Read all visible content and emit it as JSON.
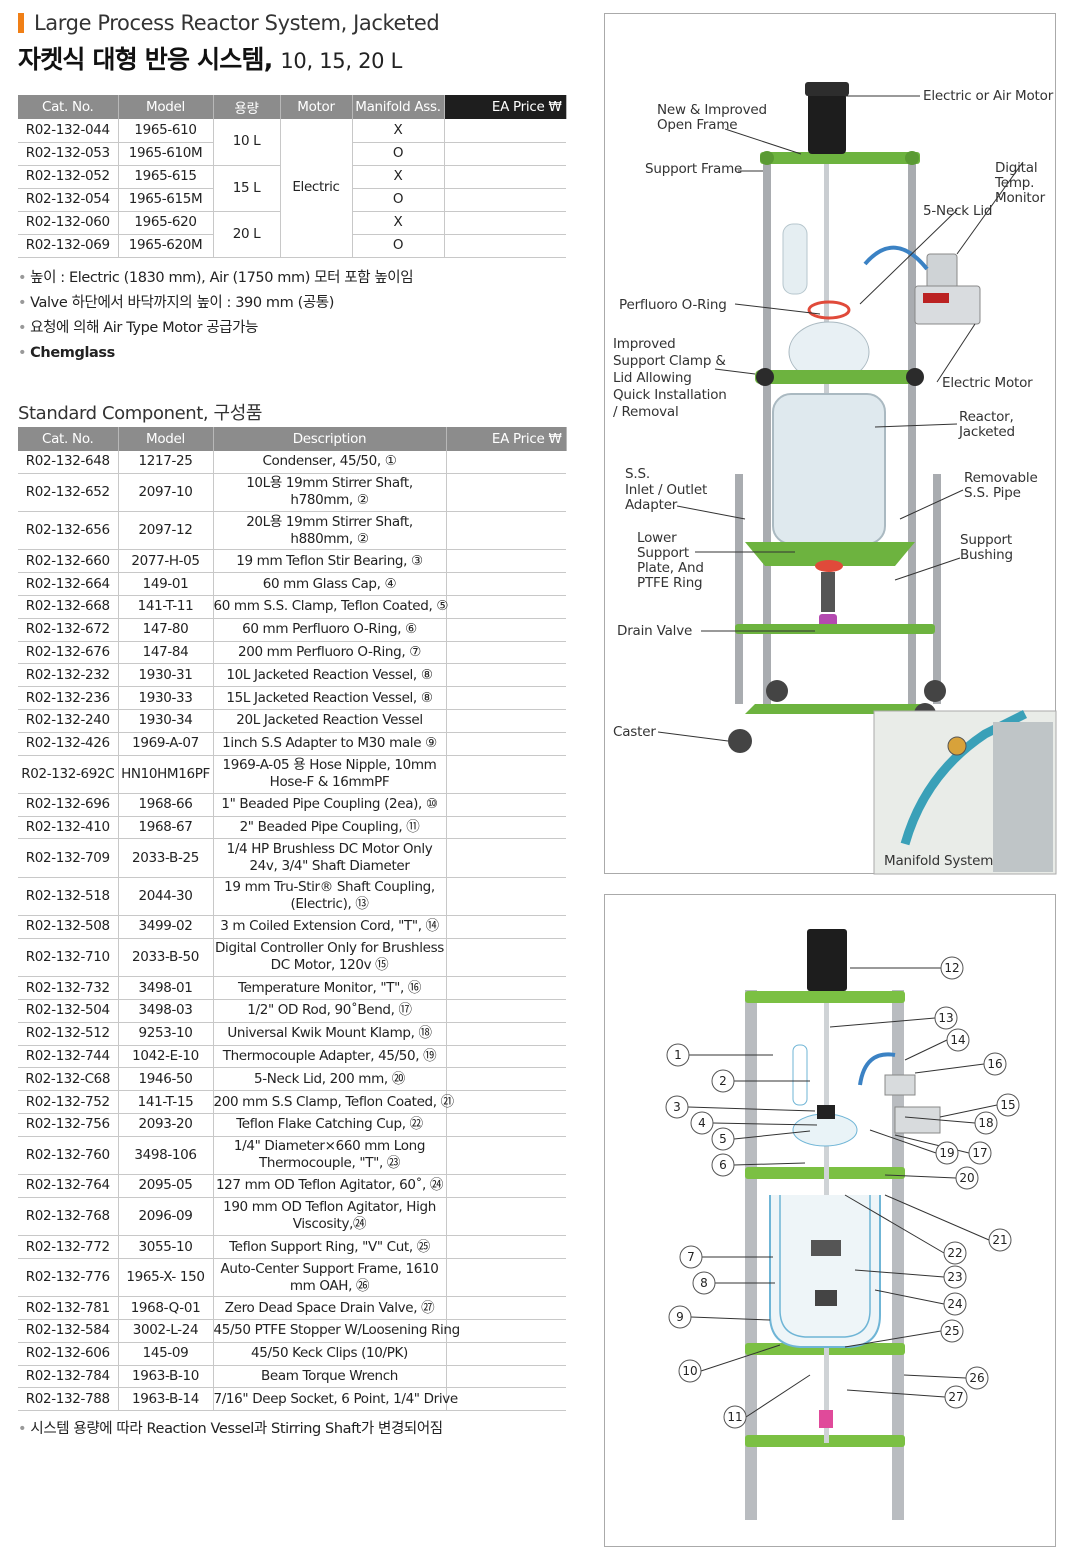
{
  "header": {
    "title_en": "Large Process Reactor System, Jacketed",
    "title_ko": "자켓식 대형 반응 시스템,",
    "capacities": "10, 15, 20 L"
  },
  "models_table": {
    "headers": [
      "Cat. No.",
      "Model",
      "용량",
      "Motor",
      "Manifold Ass.",
      "EA Price ₩"
    ],
    "rows": [
      {
        "cat": "R02-132-044",
        "model": "1965-610",
        "manifold": "X"
      },
      {
        "cat": "R02-132-053",
        "model": "1965-610M",
        "manifold": "O"
      },
      {
        "cat": "R02-132-052",
        "model": "1965-615",
        "manifold": "X"
      },
      {
        "cat": "R02-132-054",
        "model": "1965-615M",
        "manifold": "O"
      },
      {
        "cat": "R02-132-060",
        "model": "1965-620",
        "manifold": "X"
      },
      {
        "cat": "R02-132-069",
        "model": "1965-620M",
        "manifold": "O"
      }
    ],
    "capacities": [
      "10 L",
      "15 L",
      "20 L"
    ],
    "motor": "Electric"
  },
  "notes": [
    "높이 : Electric (1830 mm), Air (1750 mm) 모터 포함 높이임",
    "Valve 하단에서 바닥까지의 높이 : 390 mm (공통)",
    "요청에 의해 Air Type Motor 공급가능",
    "Chemglass"
  ],
  "components": {
    "title": "Standard Component, 구성품",
    "headers": [
      "Cat. No.",
      "Model",
      "Description",
      "EA Price ₩"
    ],
    "rows": [
      {
        "cat": "R02-132-648",
        "model": "1217-25",
        "desc": "Condenser, 45/50, ①"
      },
      {
        "cat": "R02-132-652",
        "model": "2097-10",
        "desc": "10L용 19mm Stirrer Shaft, h780mm, ②",
        "tall": true
      },
      {
        "cat": "R02-132-656",
        "model": "2097-12",
        "desc": "20L용 19mm Stirrer Shaft, h880mm, ②",
        "tall": true
      },
      {
        "cat": "R02-132-660",
        "model": "2077-H-05",
        "desc": "19 mm Teflon Stir Bearing, ③"
      },
      {
        "cat": "R02-132-664",
        "model": "149-01",
        "desc": "60 mm Glass Cap, ④"
      },
      {
        "cat": "R02-132-668",
        "model": "141-T-11",
        "desc": "60 mm S.S. Clamp, Teflon Coated, ⑤"
      },
      {
        "cat": "R02-132-672",
        "model": "147-80",
        "desc": "60 mm Perfluoro O-Ring, ⑥"
      },
      {
        "cat": "R02-132-676",
        "model": "147-84",
        "desc": "200 mm Perfluoro O-Ring, ⑦"
      },
      {
        "cat": "R02-132-232",
        "model": "1930-31",
        "desc": "10L Jacketed Reaction Vessel, ⑧"
      },
      {
        "cat": "R02-132-236",
        "model": "1930-33",
        "desc": "15L Jacketed Reaction Vessel, ⑧"
      },
      {
        "cat": "R02-132-240",
        "model": "1930-34",
        "desc": "20L Jacketed Reaction Vessel"
      },
      {
        "cat": "R02-132-426",
        "model": "1969-A-07",
        "desc": "1inch S.S Adapter to M30 male ⑨"
      },
      {
        "cat": "R02-132-692C",
        "model": "HN10HM16PF",
        "desc": "1969-A-05 용 Hose Nipple, 10mm Hose-F & 16mmPF",
        "tall": true
      },
      {
        "cat": "R02-132-696",
        "model": "1968-66",
        "desc": "1\" Beaded Pipe Coupling (2ea), ⑩"
      },
      {
        "cat": "R02-132-410",
        "model": "1968-67",
        "desc": "2\" Beaded Pipe Coupling, ⑪"
      },
      {
        "cat": "R02-132-709",
        "model": "2033-B-25",
        "desc": "1/4 HP Brushless DC Motor Only 24v, 3/4\" Shaft Diameter",
        "tall": true
      },
      {
        "cat": "R02-132-518",
        "model": "2044-30",
        "desc": "19 mm Tru-Stir® Shaft Coupling, (Electric), ⑬",
        "tall": true
      },
      {
        "cat": "R02-132-508",
        "model": "3499-02",
        "desc": "3 m Coiled Extension Cord, \"T\", ⑭"
      },
      {
        "cat": "R02-132-710",
        "model": "2033-B-50",
        "desc": "Digital Controller Only for Brushless DC Motor, 120v ⑮",
        "tall": true
      },
      {
        "cat": "R02-132-732",
        "model": "3498-01",
        "desc": "Temperature Monitor, \"T\", ⑯"
      },
      {
        "cat": "R02-132-504",
        "model": "3498-03",
        "desc": "1/2\" OD Rod, 90˚Bend, ⑰"
      },
      {
        "cat": "R02-132-512",
        "model": "9253-10",
        "desc": "Universal Kwik Mount Klamp, ⑱"
      },
      {
        "cat": "R02-132-744",
        "model": "1042-E-10",
        "desc": "Thermocouple Adapter, 45/50, ⑲"
      },
      {
        "cat": "R02-132-C68",
        "model": "1946-50",
        "desc": "5-Neck Lid, 200 mm, ⑳"
      },
      {
        "cat": "R02-132-752",
        "model": "141-T-15",
        "desc": "200 mm S.S Clamp, Teflon Coated, ㉑"
      },
      {
        "cat": "R02-132-756",
        "model": "2093-20",
        "desc": "Teflon Flake Catching Cup, ㉒"
      },
      {
        "cat": "R02-132-760",
        "model": "3498-106",
        "desc": "1/4\" Diameter×660 mm Long Thermocouple, \"T\", ㉓",
        "tall": true
      },
      {
        "cat": "R02-132-764",
        "model": "2095-05",
        "desc": "127 mm OD Teflon Agitator, 60˚, ㉔"
      },
      {
        "cat": "R02-132-768",
        "model": "2096-09",
        "desc": "190 mm OD Teflon Agitator, High Viscosity,㉔",
        "tall": true
      },
      {
        "cat": "R02-132-772",
        "model": "3055-10",
        "desc": "Teflon Support Ring, \"V\" Cut, ㉕"
      },
      {
        "cat": "R02-132-776",
        "model": "1965-X- 150",
        "desc": "Auto-Center Support Frame, 1610 mm OAH, ㉖",
        "tall": true
      },
      {
        "cat": "R02-132-781",
        "model": "1968-Q-01",
        "desc": "Zero Dead Space Drain Valve, ㉗"
      },
      {
        "cat": "R02-132-584",
        "model": "3002-L-24",
        "desc": "45/50 PTFE Stopper W/Loosening Ring"
      },
      {
        "cat": "R02-132-606",
        "model": "145-09",
        "desc": "45/50 Keck Clips (10/PK)"
      },
      {
        "cat": "R02-132-784",
        "model": "1963-B-10",
        "desc": "Beam Torque Wrench"
      },
      {
        "cat": "R02-132-788",
        "model": "1963-B-14",
        "desc": "7/16\" Deep Socket, 6 Point, 1/4\" Drive"
      }
    ],
    "footnote": "시스템 용량에 따라 Reaction Vessel과 Stirring Shaft가 변경되어짐"
  },
  "figure_photo": {
    "labels": {
      "new_frame": [
        "New & Improved",
        "Open Frame"
      ],
      "support_frame": "Support Frame",
      "perfluoro": "Perfluoro O-Ring",
      "clamp": [
        "Improved",
        "Support Clamp &",
        "Lid Allowing",
        "Quick Installation",
        "/ Removal"
      ],
      "ss_adapter": [
        "S.S.",
        "Inlet / Outlet",
        "Adapter"
      ],
      "lower_plate": [
        "Lower",
        "Support",
        "Plate, And",
        "PTFE Ring"
      ],
      "drain_valve": "Drain Valve",
      "caster": "Caster",
      "motor": "Electric or Air Motor",
      "temp_monitor": [
        "Digital",
        "Temp.",
        "Monitor"
      ],
      "lid": "5-Neck Lid",
      "electric_motor": "Electric Motor",
      "reactor": [
        "Reactor,",
        "Jacketed"
      ],
      "ss_pipe": [
        "Removable",
        "S.S. Pipe"
      ],
      "bushing": [
        "Support",
        "Bushing"
      ],
      "manifold": "Manifold System"
    },
    "colors": {
      "frame_green": "#6db33f",
      "steel": "#a9acb0",
      "glass": "#dfe9ee",
      "accent_orange": "#f07f16"
    }
  },
  "figure_diagram": {
    "numbers": [
      "1",
      "2",
      "3",
      "4",
      "5",
      "6",
      "7",
      "8",
      "9",
      "10",
      "11",
      "12",
      "13",
      "14",
      "15",
      "16",
      "17",
      "18",
      "19",
      "20",
      "21",
      "22",
      "23",
      "24",
      "25",
      "26",
      "27"
    ]
  }
}
